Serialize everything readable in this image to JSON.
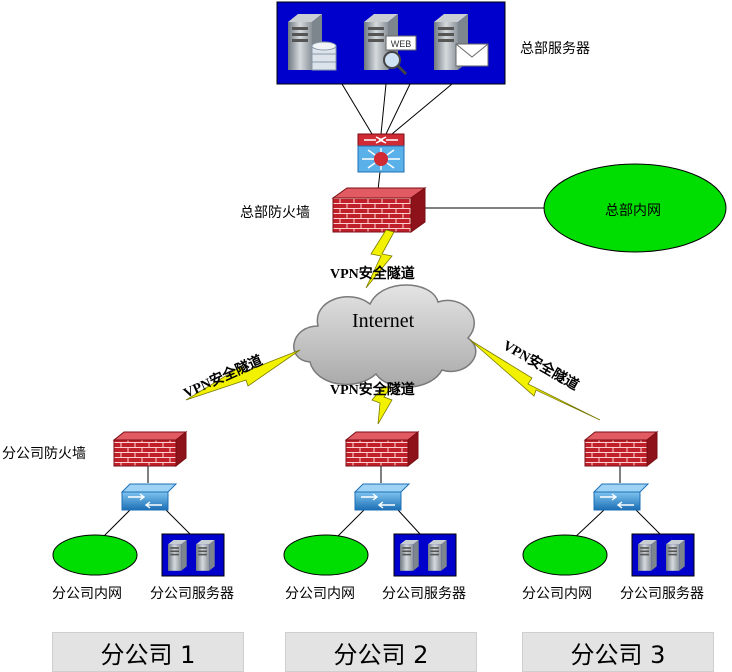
{
  "hq": {
    "servers_label": "总部服务器",
    "firewall_label": "总部防火墙",
    "intranet_label": "总部内网",
    "web_badge": "WEB"
  },
  "internet_label": "Internet",
  "vpn_label": "VPN安全隧道",
  "branches": [
    {
      "intranet": "分公司内网",
      "server": "分公司服务器",
      "tag": "分公司 1"
    },
    {
      "intranet": "分公司内网",
      "server": "分公司服务器",
      "tag": "分公司 2"
    },
    {
      "intranet": "分公司内网",
      "server": "分公司服务器",
      "tag": "分公司 3"
    }
  ],
  "branch_firewall_label": "分公司防火墙",
  "colors": {
    "server_box": "#0000cc",
    "intranet": "#00dd00",
    "firewall": "#c0202a",
    "switch": "#2a8fd6",
    "lightning": "#f2f200",
    "cloud": "#c8c8c8",
    "tag_bg": "#e3e3e3"
  }
}
